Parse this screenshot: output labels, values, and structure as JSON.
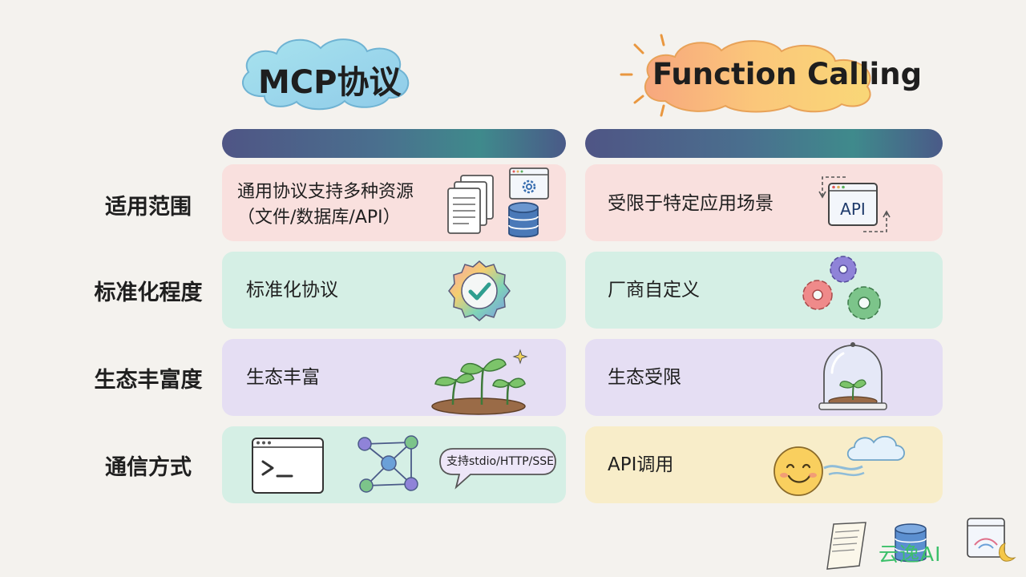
{
  "headers": {
    "left": "MCP协议",
    "right": "Function Calling"
  },
  "rows": [
    {
      "label": "适用范围",
      "mcp_lines": [
        "通用协议支持多种资源",
        "（文件/数据库/API）"
      ],
      "fc": "受限于特定应用场景",
      "fc_icon_text": "API"
    },
    {
      "label": "标准化程度",
      "mcp": "标准化协议",
      "fc": "厂商自定义"
    },
    {
      "label": "生态丰富度",
      "mcp": "生态丰富",
      "fc": "生态受限"
    },
    {
      "label": "通信方式",
      "mcp_bubble": "支持stdio/HTTP/SSE",
      "fc": "API调用"
    }
  ],
  "watermark": "云逸AI",
  "colors": {
    "cell_pink": "#f9e0de",
    "cell_mint": "#d5efe5",
    "cell_lavender": "#e5def3",
    "cell_cream": "#f8edc9",
    "bar_gradient": [
      "#4f5585",
      "#3f8a8c"
    ]
  },
  "icons": [
    "documents-icon",
    "settings-window-icon",
    "database-icon",
    "api-window-icon",
    "verified-badge-icon",
    "gears-icon",
    "sprouts-icon",
    "terrarium-icon",
    "terminal-icon",
    "network-graph-icon",
    "speech-bubble-icon",
    "smiley-icon",
    "cloud-icon",
    "scroll-icon",
    "wifi-window-icon"
  ]
}
